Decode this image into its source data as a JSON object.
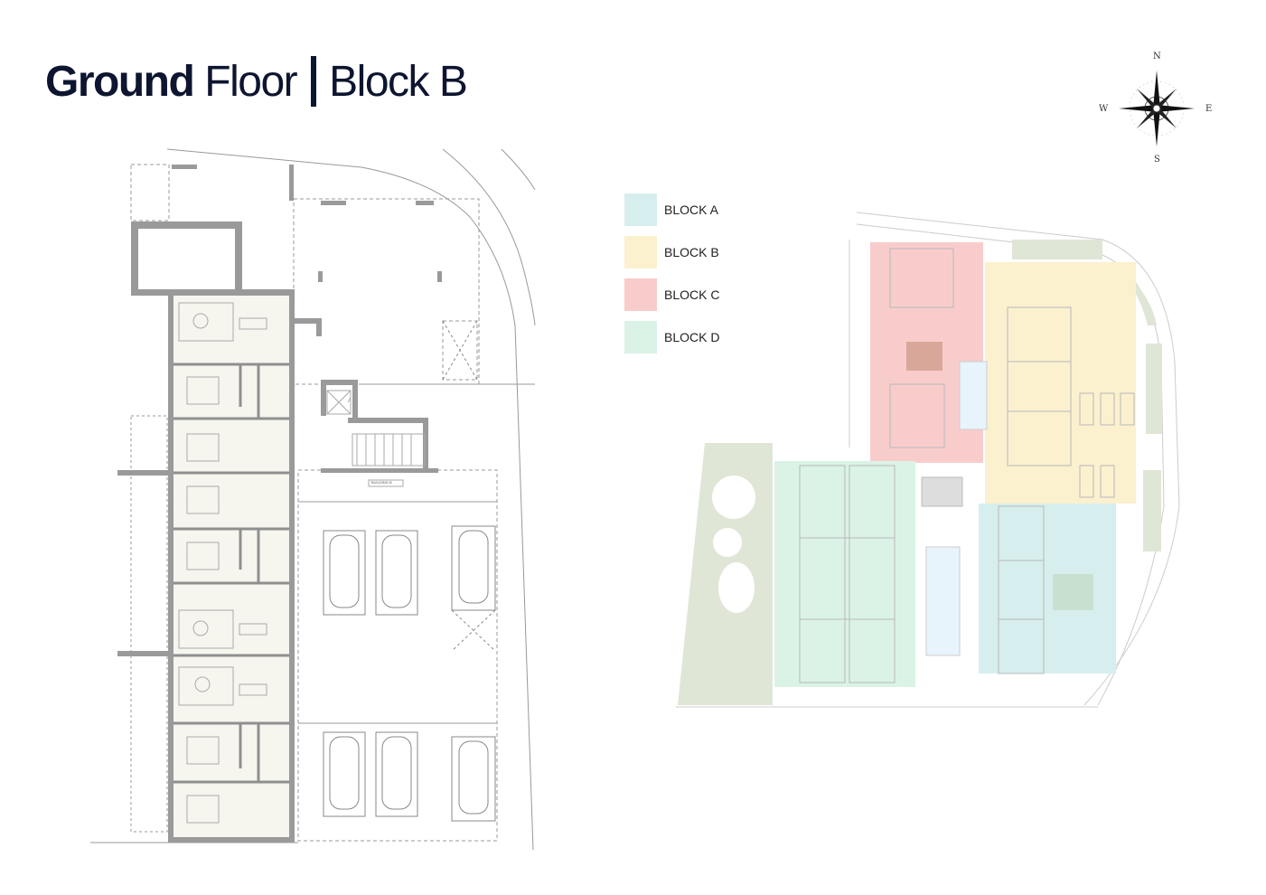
{
  "header": {
    "title_bold": "Ground",
    "title_regular": "Floor",
    "subtitle": "Block B"
  },
  "compass": {
    "north": "N",
    "south": "S",
    "east": "E",
    "west": "W"
  },
  "legend": [
    {
      "label": "BLOCK A",
      "color": "#d7eeee"
    },
    {
      "label": "BLOCK B",
      "color": "#fbf1cf"
    },
    {
      "label": "BLOCK C",
      "color": "#f9cccc"
    },
    {
      "label": "BLOCK D",
      "color": "#daf3e6"
    }
  ],
  "floor_plan": {
    "building_label": "BUILDING B"
  }
}
